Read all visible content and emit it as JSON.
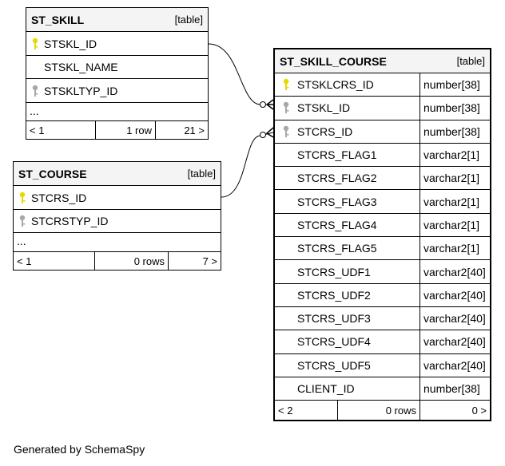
{
  "tables": {
    "st_skill": {
      "name": "ST_SKILL",
      "kind": "[table]",
      "columns": [
        "STSKL_ID",
        "STSKL_NAME",
        "STSKLTYP_ID"
      ],
      "ellipsis": "...",
      "footer": {
        "left": "< 1",
        "mid": "1 row",
        "right": "21 >"
      }
    },
    "st_course": {
      "name": "ST_COURSE",
      "kind": "[table]",
      "columns": [
        "STCRS_ID",
        "STCRSTYP_ID"
      ],
      "ellipsis": "...",
      "footer": {
        "left": "< 1",
        "mid": "0 rows",
        "right": "7 >"
      }
    },
    "st_skill_course": {
      "name": "ST_SKILL_COURSE",
      "kind": "[table]",
      "columns": [
        {
          "name": "STSKLCRS_ID",
          "type": "number[38]"
        },
        {
          "name": "STSKL_ID",
          "type": "number[38]"
        },
        {
          "name": "STCRS_ID",
          "type": "number[38]"
        },
        {
          "name": "STCRS_FLAG1",
          "type": "varchar2[1]"
        },
        {
          "name": "STCRS_FLAG2",
          "type": "varchar2[1]"
        },
        {
          "name": "STCRS_FLAG3",
          "type": "varchar2[1]"
        },
        {
          "name": "STCRS_FLAG4",
          "type": "varchar2[1]"
        },
        {
          "name": "STCRS_FLAG5",
          "type": "varchar2[1]"
        },
        {
          "name": "STCRS_UDF1",
          "type": "varchar2[40]"
        },
        {
          "name": "STCRS_UDF2",
          "type": "varchar2[40]"
        },
        {
          "name": "STCRS_UDF3",
          "type": "varchar2[40]"
        },
        {
          "name": "STCRS_UDF4",
          "type": "varchar2[40]"
        },
        {
          "name": "STCRS_UDF5",
          "type": "varchar2[40]"
        },
        {
          "name": "CLIENT_ID",
          "type": "number[38]"
        }
      ],
      "footer": {
        "left": "< 2",
        "mid": "0 rows",
        "right": "0 >"
      }
    }
  },
  "icons": {
    "primary_key": "key-icon-gold",
    "foreign_key": "key-icon-gray",
    "primary_key_color": "#e8d800",
    "foreign_key_color": "#a8a8a8"
  },
  "credit": "Generated by SchemaSpy"
}
